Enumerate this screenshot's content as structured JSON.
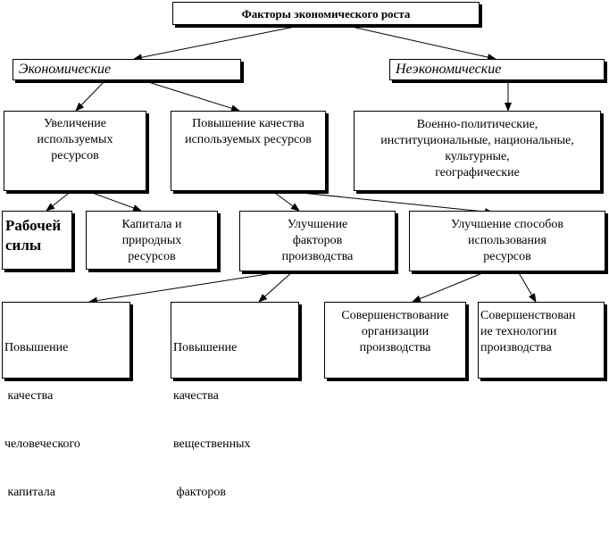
{
  "title": "Факторы экономического роста",
  "categories": {
    "economic": "Экономические",
    "noneconomic": "Неэкономические"
  },
  "nodes": {
    "increase_resources": [
      "Увеличение",
      "используемых",
      "ресурсов"
    ],
    "quality_resources": [
      "Повышение качества",
      "используемых ресурсов"
    ],
    "noneconomic_list": [
      "Военно-политические,",
      "институциональные, национальные,",
      "культурные,",
      "географические"
    ],
    "labor": [
      "Рабочей",
      "силы"
    ],
    "capital": [
      "Капитала и",
      "природных",
      "ресурсов"
    ],
    "improve_factors": [
      "Улучшение",
      "факторов",
      "производства"
    ],
    "improve_methods": [
      "Улучшение способов",
      "использования",
      "ресурсов"
    ],
    "human_capital": [
      "Повышение",
      " качества",
      "человеческого",
      " капитала"
    ],
    "material_factors": [
      "Повышение",
      "качества",
      "вещественных",
      " факторов"
    ],
    "org_production": [
      "Совершенствование",
      "организации",
      "производства"
    ],
    "tech_production": [
      "Совершенствован",
      "ие технологии",
      "производства"
    ]
  }
}
